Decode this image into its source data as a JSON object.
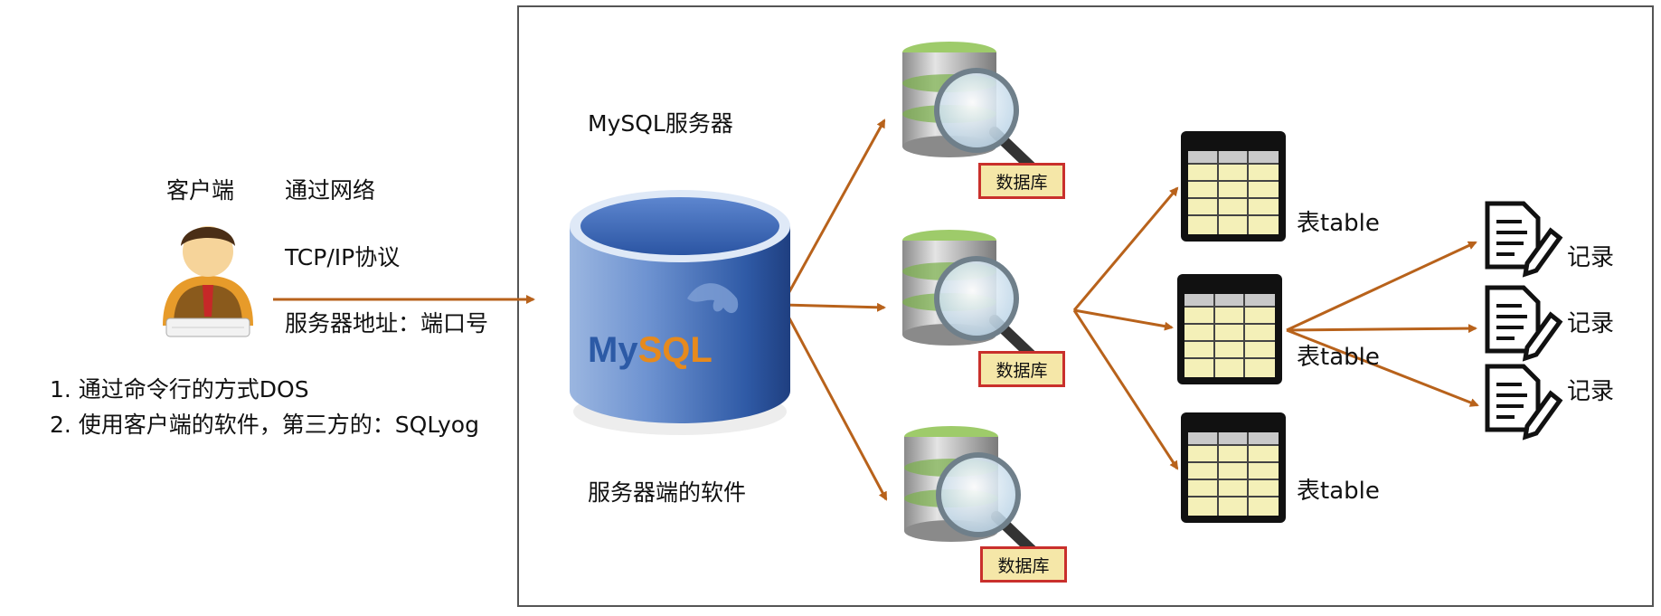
{
  "client": {
    "label": "客户端",
    "notes": [
      "1. 通过命令行的方式DOS",
      "2. 使用客户端的软件，第三方的：SQLyog"
    ]
  },
  "network": {
    "label": "通过网络",
    "protocol": "TCP/IP协议",
    "address": "服务器地址：端口号"
  },
  "server": {
    "title": "MySQL服务器",
    "logo_text": "MySQL",
    "caption": "服务器端的软件"
  },
  "databases": [
    {
      "label": "数据库"
    },
    {
      "label": "数据库"
    },
    {
      "label": "数据库"
    }
  ],
  "tables": [
    {
      "label": "表table"
    },
    {
      "label": "表table"
    },
    {
      "label": "表table"
    }
  ],
  "records": [
    {
      "label": "记录"
    },
    {
      "label": "记录"
    },
    {
      "label": "记录"
    }
  ],
  "icons": {
    "user": "user-at-keyboard-icon",
    "server": "mysql-cylinder-icon",
    "database": "database-magnifier-icon",
    "table": "table-grid-icon",
    "record": "document-pencil-icon"
  },
  "colors": {
    "arrow": "#b8621b",
    "cylinder": "#3f6db5",
    "table_header": "#111111",
    "table_body": "#f4f0b8",
    "db_tag_border": "#c9302c",
    "db_tag_fill": "#f5e7a8"
  }
}
